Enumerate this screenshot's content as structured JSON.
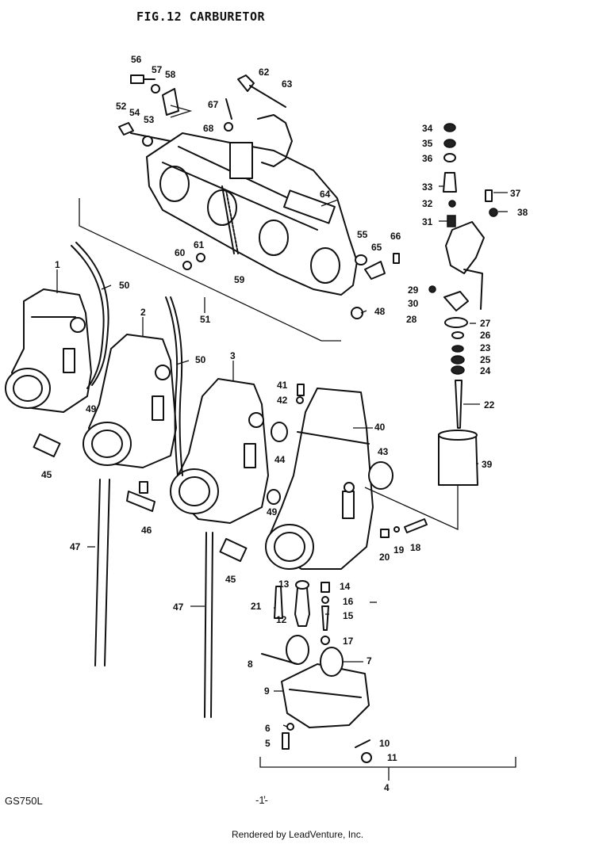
{
  "header": {
    "title": "FIG.12  CARBURETOR"
  },
  "footer": {
    "model": "GS750L",
    "page_number": "-1̓-",
    "rendered_by": "Rendered by LeadVenture, Inc."
  },
  "callouts": [
    {
      "id": "c1",
      "text": "1"
    },
    {
      "id": "c2",
      "text": "2"
    },
    {
      "id": "c3",
      "text": "3"
    },
    {
      "id": "c4",
      "text": "4"
    },
    {
      "id": "c5",
      "text": "5"
    },
    {
      "id": "c6",
      "text": "6"
    },
    {
      "id": "c7",
      "text": "7"
    },
    {
      "id": "c8",
      "text": "8"
    },
    {
      "id": "c9",
      "text": "9"
    },
    {
      "id": "c10",
      "text": "10"
    },
    {
      "id": "c11",
      "text": "11"
    },
    {
      "id": "c12",
      "text": "12"
    },
    {
      "id": "c13",
      "text": "13"
    },
    {
      "id": "c14",
      "text": "14"
    },
    {
      "id": "c15",
      "text": "15"
    },
    {
      "id": "c16",
      "text": "16"
    },
    {
      "id": "c17",
      "text": "17"
    },
    {
      "id": "c18",
      "text": "18"
    },
    {
      "id": "c19",
      "text": "19"
    },
    {
      "id": "c20",
      "text": "20"
    },
    {
      "id": "c21",
      "text": "21"
    },
    {
      "id": "c22",
      "text": "22"
    },
    {
      "id": "c23",
      "text": "23"
    },
    {
      "id": "c24",
      "text": "24"
    },
    {
      "id": "c25",
      "text": "25"
    },
    {
      "id": "c26",
      "text": "26"
    },
    {
      "id": "c27",
      "text": "27"
    },
    {
      "id": "c28",
      "text": "28"
    },
    {
      "id": "c29",
      "text": "29"
    },
    {
      "id": "c30",
      "text": "30"
    },
    {
      "id": "c31",
      "text": "31"
    },
    {
      "id": "c32",
      "text": "32"
    },
    {
      "id": "c33",
      "text": "33"
    },
    {
      "id": "c34",
      "text": "34"
    },
    {
      "id": "c35",
      "text": "35"
    },
    {
      "id": "c36",
      "text": "36"
    },
    {
      "id": "c37",
      "text": "37"
    },
    {
      "id": "c38",
      "text": "38"
    },
    {
      "id": "c39",
      "text": "39"
    },
    {
      "id": "c40",
      "text": "40"
    },
    {
      "id": "c41",
      "text": "41"
    },
    {
      "id": "c42",
      "text": "42"
    },
    {
      "id": "c43",
      "text": "43"
    },
    {
      "id": "c44",
      "text": "44"
    },
    {
      "id": "c45a",
      "text": "45"
    },
    {
      "id": "c45b",
      "text": "45"
    },
    {
      "id": "c46",
      "text": "46"
    },
    {
      "id": "c47a",
      "text": "47"
    },
    {
      "id": "c47b",
      "text": "47"
    },
    {
      "id": "c48",
      "text": "48"
    },
    {
      "id": "c49a",
      "text": "49"
    },
    {
      "id": "c49b",
      "text": "49"
    },
    {
      "id": "c50a",
      "text": "50"
    },
    {
      "id": "c50b",
      "text": "50"
    },
    {
      "id": "c51",
      "text": "51"
    },
    {
      "id": "c52",
      "text": "52"
    },
    {
      "id": "c53",
      "text": "53"
    },
    {
      "id": "c54",
      "text": "54"
    },
    {
      "id": "c55",
      "text": "55"
    },
    {
      "id": "c56",
      "text": "56"
    },
    {
      "id": "c57",
      "text": "57"
    },
    {
      "id": "c58",
      "text": "58"
    },
    {
      "id": "c59",
      "text": "59"
    },
    {
      "id": "c60",
      "text": "60"
    },
    {
      "id": "c61",
      "text": "61"
    },
    {
      "id": "c62",
      "text": "62"
    },
    {
      "id": "c63",
      "text": "63"
    },
    {
      "id": "c64",
      "text": "64"
    },
    {
      "id": "c65",
      "text": "65"
    },
    {
      "id": "c66",
      "text": "66"
    },
    {
      "id": "c67",
      "text": "67"
    },
    {
      "id": "c68",
      "text": "68"
    }
  ]
}
